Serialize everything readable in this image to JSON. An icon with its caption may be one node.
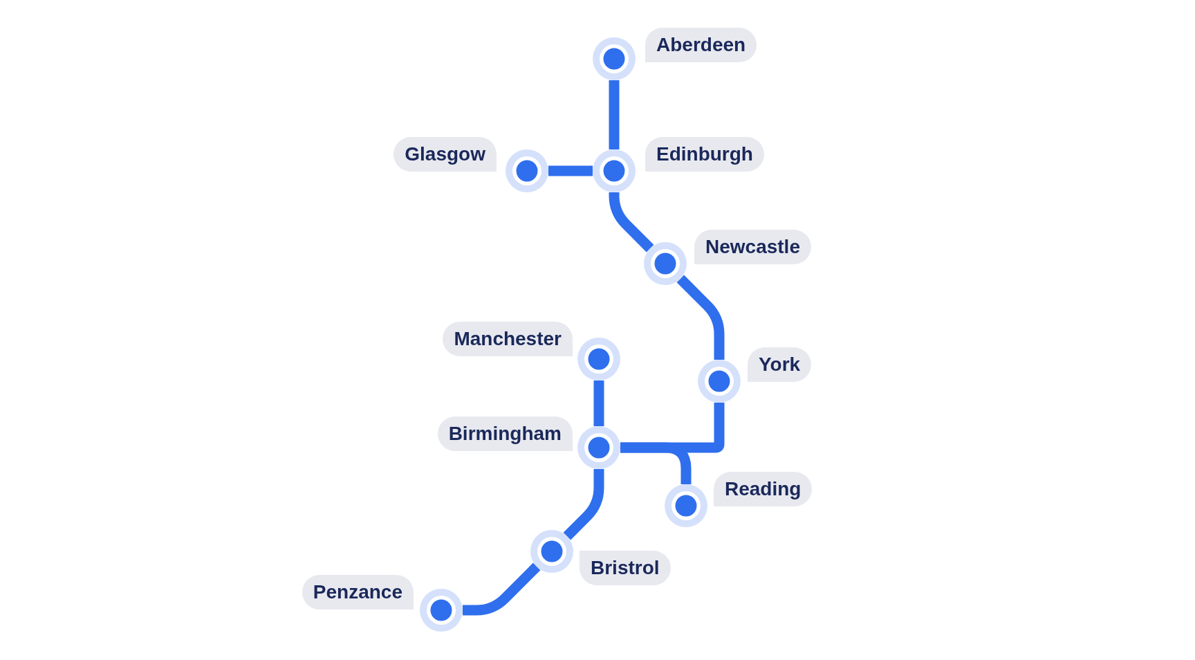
{
  "diagram": {
    "nodes": [
      {
        "text": [],
        "shape": "circle",
        "beside": [
          "Aberdeen"
        ]
      },
      {
        "text": [],
        "shape": "circle",
        "beside": [
          "Glasgow"
        ]
      },
      {
        "text": [],
        "shape": "circle",
        "beside": [
          "Edinburgh"
        ]
      },
      {
        "text": [],
        "shape": "circle",
        "beside": [
          "Newcastle"
        ]
      },
      {
        "text": [],
        "shape": "circle",
        "beside": [
          "Manchester"
        ]
      },
      {
        "text": [],
        "shape": "circle",
        "beside": [
          "York"
        ]
      },
      {
        "text": [],
        "shape": "circle",
        "beside": [
          "Birmingham"
        ]
      },
      {
        "text": [],
        "shape": "circle",
        "beside": [
          "Reading"
        ]
      },
      {
        "text": [],
        "shape": "circle",
        "beside": [
          "Bristrol"
        ]
      },
      {
        "text": [],
        "shape": "circle",
        "beside": [
          "Penzance"
        ]
      }
    ],
    "edges": [
      {
        "from": 0,
        "to": 2,
        "arrow": "none"
      },
      {
        "from": 1,
        "to": 2,
        "arrow": "none"
      },
      {
        "from": 2,
        "to": 3,
        "arrow": "none"
      },
      {
        "from": 3,
        "to": 5,
        "arrow": "none"
      },
      {
        "from": 5,
        "to": 6,
        "arrow": "none"
      },
      {
        "from": 4,
        "to": 6,
        "arrow": "none"
      },
      {
        "from": 6,
        "to": 7,
        "arrow": "none"
      },
      {
        "from": 6,
        "to": 8,
        "arrow": "none"
      },
      {
        "from": 8,
        "to": 9,
        "arrow": "none"
      }
    ]
  }
}
